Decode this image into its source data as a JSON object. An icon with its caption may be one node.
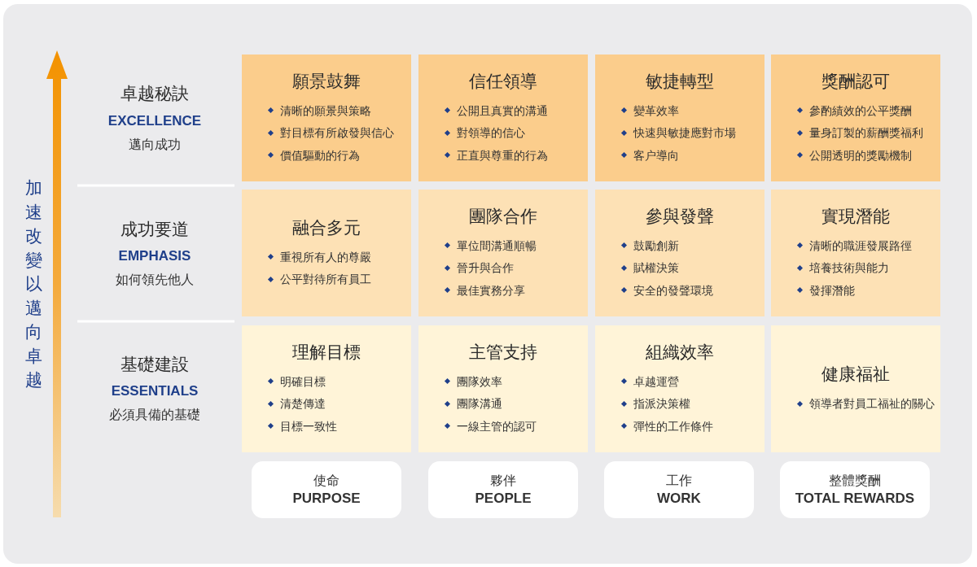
{
  "diagram": {
    "nodes": [
      {
        "text": [
          "願景鼓舞",
          "清晰的願景與策略",
          "對目標有所啟發與信心",
          "價值驅動的行為"
        ]
      },
      {
        "text": [
          "信任領導",
          "公開且真實的溝通",
          "對領導的信心",
          "正直與尊重的行為"
        ]
      },
      {
        "text": [
          "敏捷轉型",
          "變革效率",
          "快速與敏捷應對市場",
          "客户導向"
        ]
      },
      {
        "text": [
          "獎酬認可",
          "參酌績效的公平獎酬",
          "量身訂製的薪酬獎福利",
          "公開透明的獎勵機制"
        ]
      },
      {
        "text": [
          "融合多元",
          "重視所有人的尊嚴",
          "公平對待所有員工"
        ]
      },
      {
        "text": [
          "團隊合作",
          "單位間溝通順暢",
          "晉升與合作",
          "最佳實務分享"
        ]
      },
      {
        "text": [
          "參與發聲",
          "鼓勵創新",
          "賦權決策",
          "安全的發聲環境"
        ]
      },
      {
        "text": [
          "實現潛能",
          "清晰的職涯發展路徑",
          "培養技術與能力",
          "發揮潛能"
        ]
      },
      {
        "text": [
          "理解目標",
          "明確目標",
          "清楚傳達",
          "目標一致性"
        ]
      },
      {
        "text": [
          "主管支持",
          "團隊效率",
          "團隊溝通",
          "一線主管的認可"
        ]
      },
      {
        "text": [
          "組織效率",
          "卓越運營",
          "指派決策權",
          "彈性的工作條件"
        ]
      },
      {
        "text": [
          "健康福祉",
          "領導者對員工福祉的關心"
        ]
      },
      {
        "text": [
          "使命",
          "PURPOSE"
        ]
      },
      {
        "text": [
          "夥伴",
          "PEOPLE"
        ]
      },
      {
        "text": [
          "工作",
          "WORK"
        ]
      },
      {
        "text": [
          "整體獎酬",
          "TOTAL REWARDS"
        ]
      }
    ],
    "labels": [
      "加速改變以邁向卓越",
      "卓越秘訣",
      "EXCELLENCE",
      "邁向成功",
      "成功要道",
      "EMPHASIS",
      "如何領先他人",
      "基礎建設",
      "ESSENTIALS",
      "必須具備的基礎"
    ]
  }
}
